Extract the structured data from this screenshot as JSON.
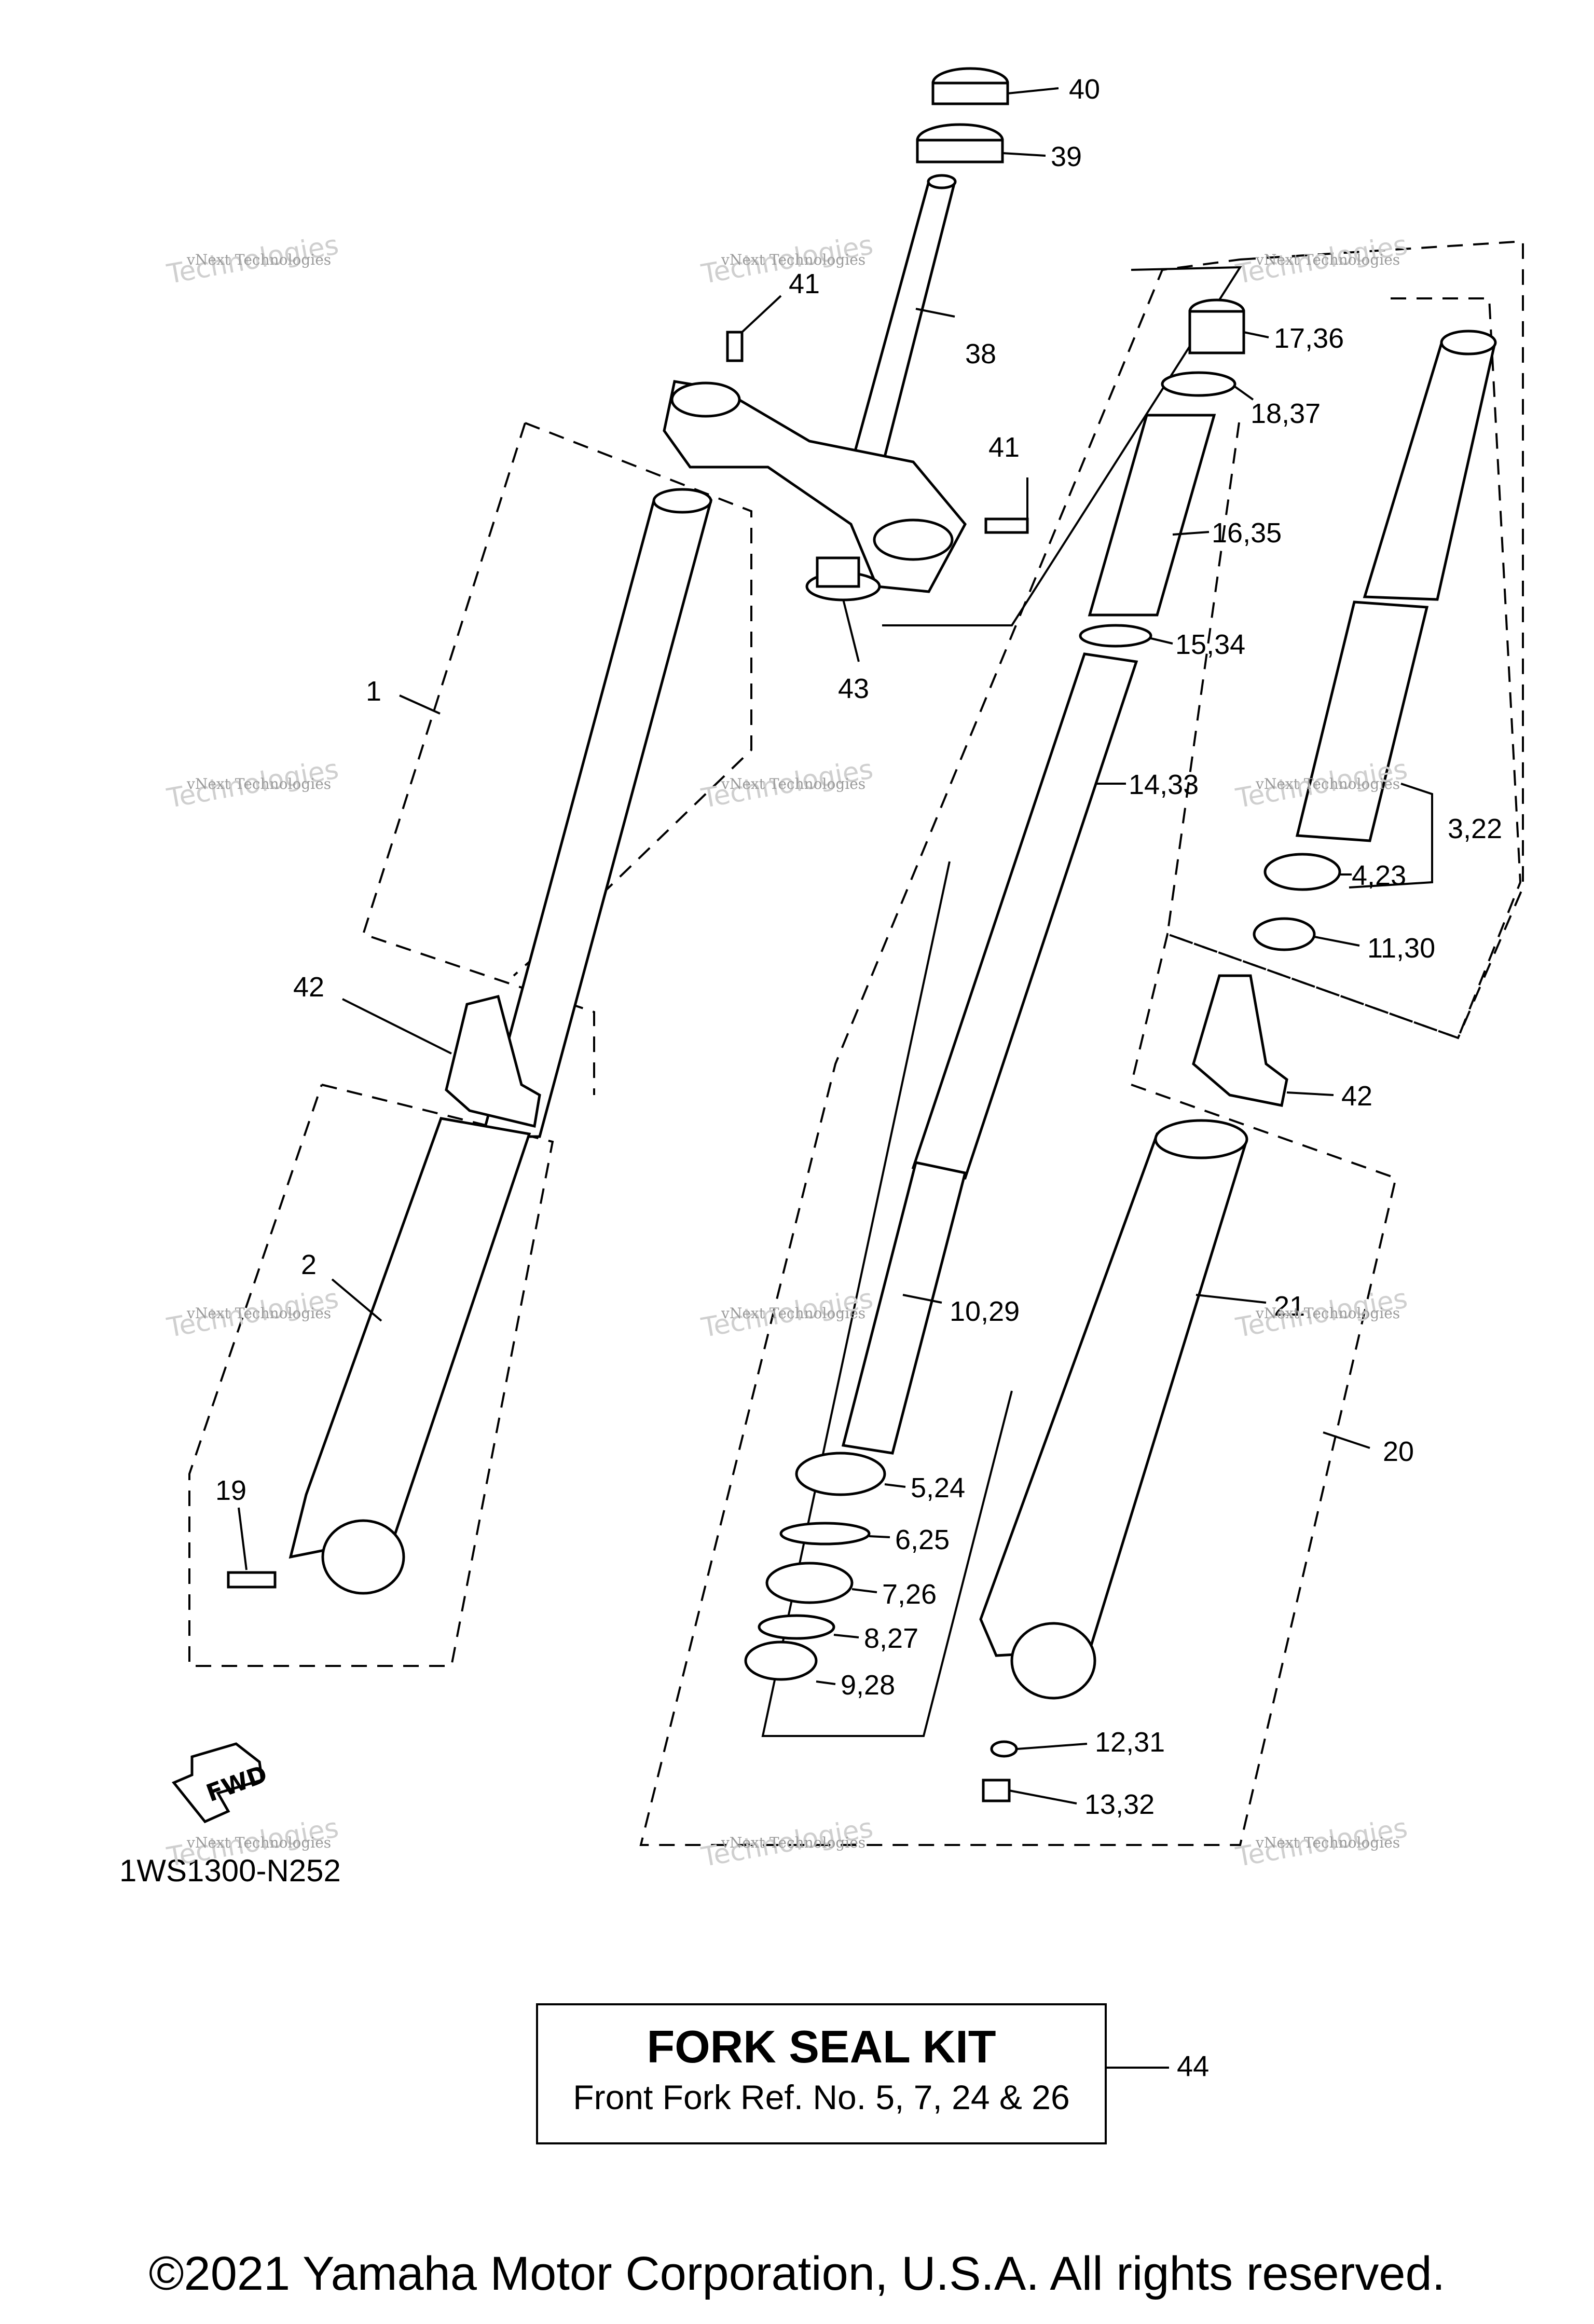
{
  "diagram_code": "1WS1300-N252",
  "watermark": {
    "line1": "vNext Technologies",
    "line2": "Technologies"
  },
  "fwd_label": "FWD",
  "callouts": [
    {
      "id": "40",
      "text": "40"
    },
    {
      "id": "39",
      "text": "39"
    },
    {
      "id": "41a",
      "text": "41"
    },
    {
      "id": "38",
      "text": "38"
    },
    {
      "id": "41b",
      "text": "41"
    },
    {
      "id": "43",
      "text": "43"
    },
    {
      "id": "1",
      "text": "1"
    },
    {
      "id": "42a",
      "text": "42"
    },
    {
      "id": "2",
      "text": "2"
    },
    {
      "id": "19",
      "text": "19"
    },
    {
      "id": "17_36",
      "text": "17,36"
    },
    {
      "id": "18_37",
      "text": "18,37"
    },
    {
      "id": "16_35",
      "text": "16,35"
    },
    {
      "id": "15_34",
      "text": "15,34"
    },
    {
      "id": "14_33",
      "text": "14,33"
    },
    {
      "id": "10_29",
      "text": "10,29"
    },
    {
      "id": "5_24",
      "text": "5,24"
    },
    {
      "id": "6_25",
      "text": "6,25"
    },
    {
      "id": "7_26",
      "text": "7,26"
    },
    {
      "id": "8_27",
      "text": "8,27"
    },
    {
      "id": "9_28",
      "text": "9,28"
    },
    {
      "id": "3_22",
      "text": "3,22"
    },
    {
      "id": "4_23",
      "text": "4,23"
    },
    {
      "id": "11_30",
      "text": "11,30"
    },
    {
      "id": "42b",
      "text": "42"
    },
    {
      "id": "21",
      "text": "21"
    },
    {
      "id": "20",
      "text": "20"
    },
    {
      "id": "12_31",
      "text": "12,31"
    },
    {
      "id": "13_32",
      "text": "13,32"
    }
  ],
  "kit": {
    "title": "FORK SEAL KIT",
    "subtitle": "Front Fork Ref. No. 5, 7, 24 & 26",
    "ref": "44"
  },
  "copyright": "©2021 Yamaha Motor Corporation, U.S.A. All rights reserved."
}
